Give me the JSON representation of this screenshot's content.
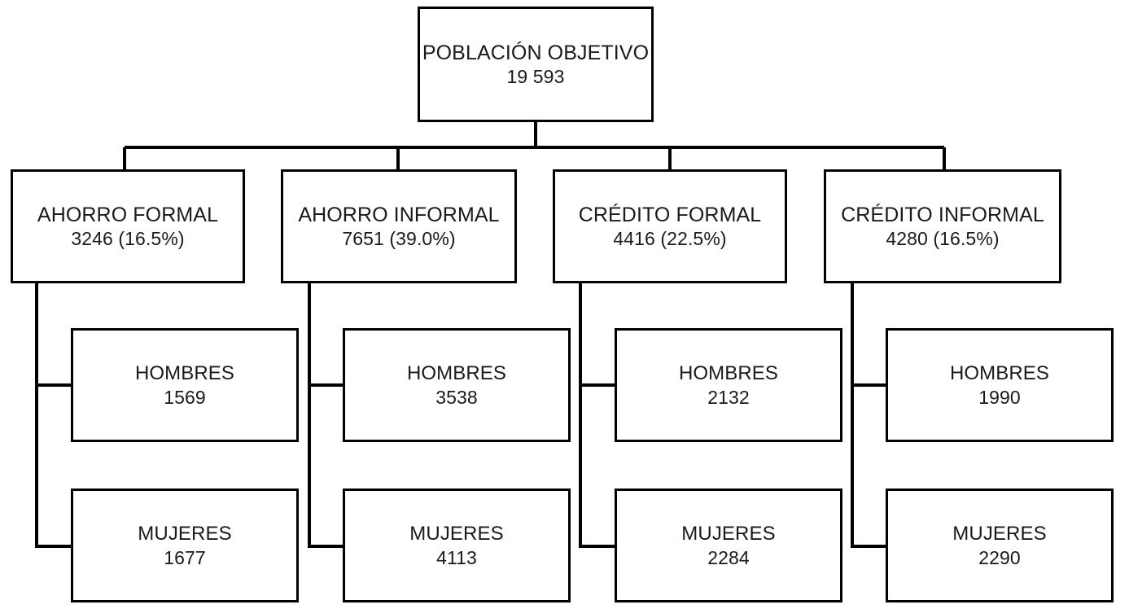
{
  "diagram": {
    "title_text": "POBLACIÓN OBJETIVO",
    "root": {
      "label": "POBLACIÓN OBJETIVO",
      "value": "19 593"
    },
    "categories": [
      {
        "label": "AHORRO FORMAL",
        "value": "3246 (16.5%)",
        "men": {
          "label": "HOMBRES",
          "value": "1569"
        },
        "women": {
          "label": "MUJERES",
          "value": "1677"
        }
      },
      {
        "label": "AHORRO INFORMAL",
        "value": "7651 (39.0%)",
        "men": {
          "label": "HOMBRES",
          "value": "3538"
        },
        "women": {
          "label": "MUJERES",
          "value": "4113"
        }
      },
      {
        "label": "CRÉDITO FORMAL",
        "value": "4416 (22.5%)",
        "men": {
          "label": "HOMBRES",
          "value": "2132"
        },
        "women": {
          "label": "MUJERES",
          "value": "2284"
        }
      },
      {
        "label": "CRÉDITO INFORMAL",
        "value": "4280 (16.5%)",
        "men": {
          "label": "HOMBRES",
          "value": "1990"
        },
        "women": {
          "label": "MUJERES",
          "value": "2290"
        }
      }
    ],
    "colors": {
      "stroke": "#000000",
      "background": "#ffffff",
      "text": "#1a1a1a"
    }
  },
  "chart_data": {
    "type": "diagram",
    "title": "POBLACIÓN OBJETIVO",
    "root": {
      "name": "POBLACIÓN OBJETIVO",
      "total": 19593
    },
    "categories": [
      "AHORRO FORMAL",
      "AHORRO INFORMAL",
      "CRÉDITO FORMAL",
      "CRÉDITO INFORMAL"
    ],
    "values": [
      3246,
      7651,
      4416,
      4280
    ],
    "percentages": [
      16.5,
      39.0,
      22.5,
      16.5
    ],
    "series": [
      {
        "name": "HOMBRES",
        "values": [
          1569,
          3538,
          2132,
          1990
        ]
      },
      {
        "name": "MUJERES",
        "values": [
          1677,
          4113,
          2284,
          2290
        ]
      }
    ]
  }
}
